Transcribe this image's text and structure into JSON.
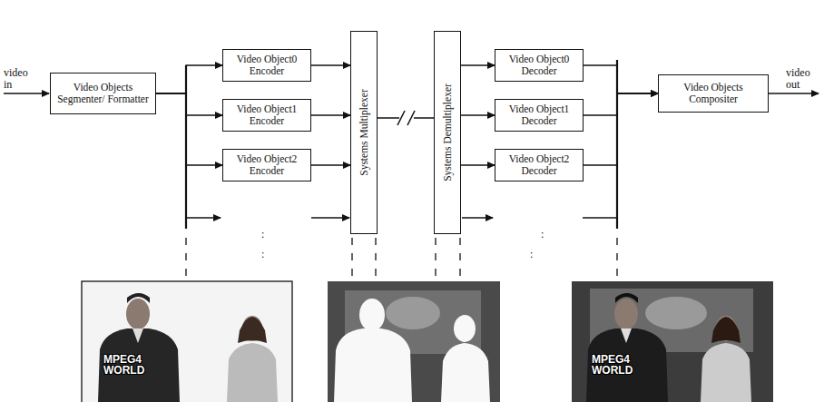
{
  "diagram": {
    "nodes": [
      {
        "text": [
          "Video Objects Segmenter/ Formatter"
        ]
      },
      {
        "text": [
          "Video Object0 Encoder"
        ]
      },
      {
        "text": [
          "Video Object1 Encoder"
        ]
      },
      {
        "text": [
          "Video Object2 Encoder"
        ]
      },
      {
        "text": [
          "Systems Multiplexer"
        ]
      },
      {
        "text": [
          "Systems Demultiplexer"
        ]
      },
      {
        "text": [
          "Video Object0 Decoder"
        ]
      },
      {
        "text": [
          "Video Object1 Decoder"
        ]
      },
      {
        "text": [
          "Video Object2 Decoder"
        ]
      },
      {
        "text": [
          "Video Objects Compositer"
        ]
      }
    ],
    "edges": [
      {
        "from": 0,
        "to": 1,
        "arrow": "to"
      },
      {
        "from": 0,
        "to": 2,
        "arrow": "to"
      },
      {
        "from": 0,
        "to": 3,
        "arrow": "to"
      },
      {
        "from": 1,
        "to": 4,
        "arrow": "to"
      },
      {
        "from": 2,
        "to": 4,
        "arrow": "to"
      },
      {
        "from": 3,
        "to": 4,
        "arrow": "to"
      },
      {
        "from": 4,
        "to": 5,
        "arrow": "none"
      },
      {
        "from": 5,
        "to": 6,
        "arrow": "to"
      },
      {
        "from": 5,
        "to": 7,
        "arrow": "to"
      },
      {
        "from": 5,
        "to": 8,
        "arrow": "to"
      },
      {
        "from": 6,
        "to": 9,
        "arrow": "to"
      },
      {
        "from": 7,
        "to": 9,
        "arrow": "to"
      },
      {
        "from": 8,
        "to": 9,
        "arrow": "to"
      }
    ],
    "labels": [
      "video in",
      "video out",
      ":",
      ":",
      ":",
      ":",
      "MPEG4 WORLD",
      "MPEG4 WORLD"
    ]
  }
}
